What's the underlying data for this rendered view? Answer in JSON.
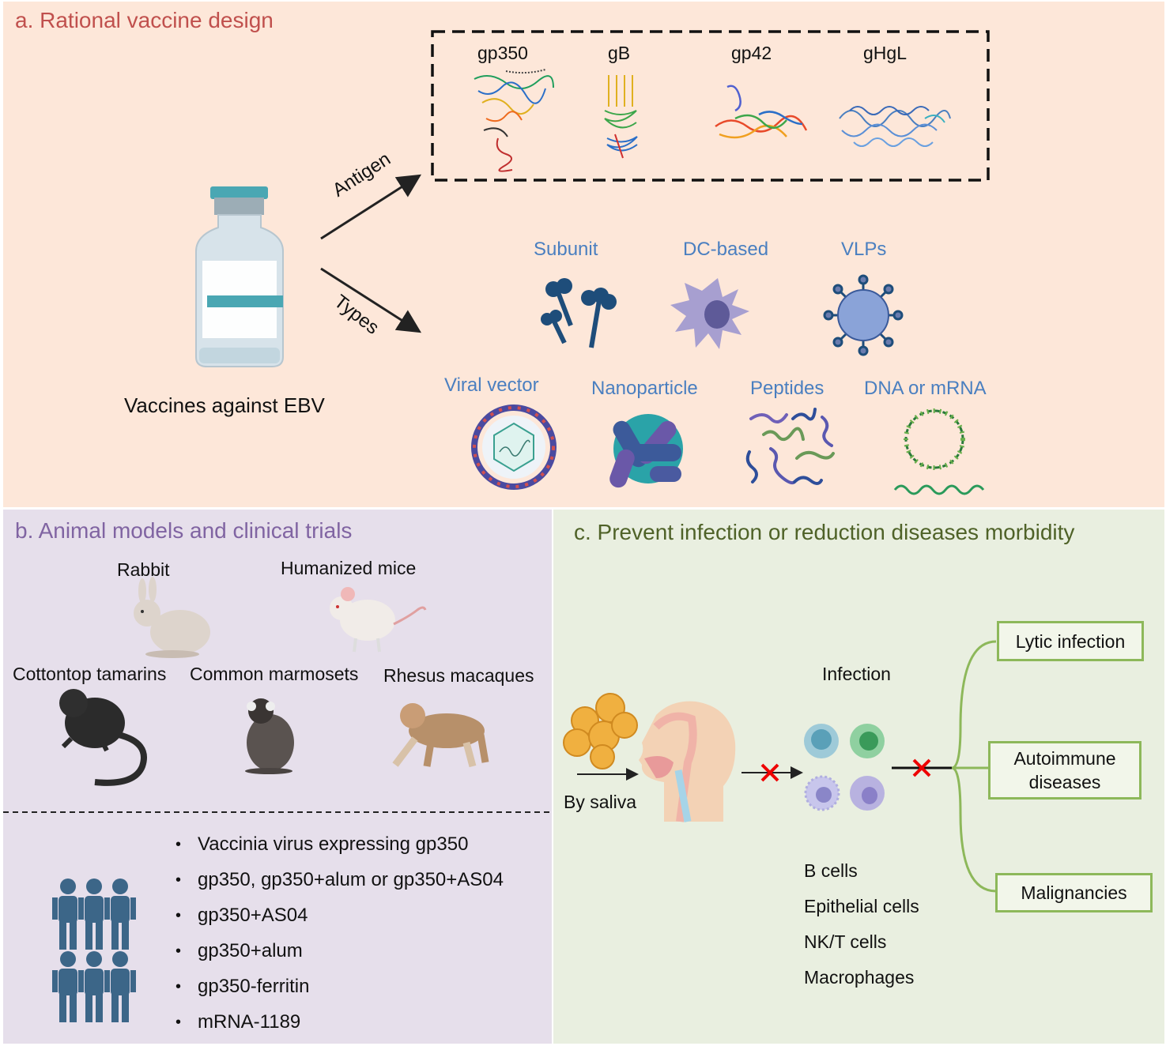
{
  "panel_a": {
    "title": "a. Rational vaccine design",
    "vaccine_label": "Vaccines against EBV",
    "antigen_arrow_label": "Antigen",
    "types_arrow_label": "Types",
    "antigens": [
      "gp350",
      "gB",
      "gp42",
      "gHgL"
    ],
    "types_row1": [
      "Subunit",
      "DC-based",
      "VLPs"
    ],
    "types_row2": [
      "Viral vector",
      "Nanoparticle",
      "Peptides",
      "DNA or mRNA"
    ]
  },
  "panel_b": {
    "title": "b. Animal models and clinical trials",
    "animals": [
      "Rabbit",
      "Humanized mice",
      "Cottontop tamarins",
      "Common marmosets",
      "Rhesus macaques"
    ],
    "trials": [
      "Vaccinia virus expressing gp350",
      "gp350, gp350+alum or gp350+AS04",
      "gp350+AS04",
      "gp350+alum",
      "gp350-ferritin",
      "mRNA-1189"
    ]
  },
  "panel_c": {
    "title": "c. Prevent infection or reduction diseases morbidity",
    "saliva_label": "By saliva",
    "infection_label": "Infection",
    "cells": [
      "B cells",
      "Epithelial cells",
      "NK/T cells",
      "Macrophages"
    ],
    "outcomes": [
      "Lytic infection",
      "Autoimmune diseases",
      "Malignancies"
    ]
  },
  "colors": {
    "panel_a_bg": "#fde7d9",
    "panel_b_bg": "#e6dfeb",
    "panel_c_bg": "#e9efe0",
    "title_a": "#c0504d",
    "title_b": "#8064a2",
    "title_c": "#4f6228",
    "type_label": "#4a7fc0",
    "outcome_border": "#8db85a"
  }
}
